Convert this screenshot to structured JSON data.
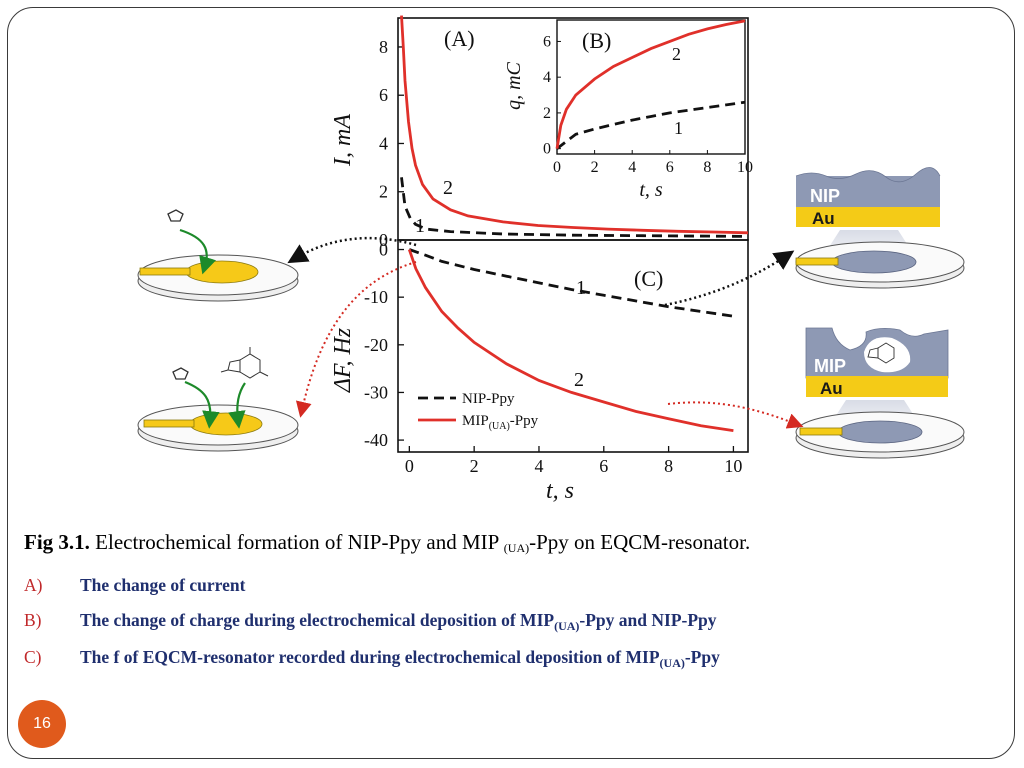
{
  "caption": {
    "fig_label": "Fig 3.1.",
    "text_before": " Electrochemical formation of NIP-Ppy and MIP ",
    "subscript": "(UA)",
    "text_after": "-Ppy on EQCM-resonator."
  },
  "items": [
    {
      "marker": "A)",
      "text": "The change of current",
      "subscript": "",
      "text_after": ""
    },
    {
      "marker": "B)",
      "text": "The  change of charge during electrochemical deposition  of MIP",
      "subscript": "(UA)",
      "text_after": "-Ppy and NIP-Ppy"
    },
    {
      "marker": "C)",
      "text": "The f of EQCM-resonator recorded  during electrochemical deposition of MIP",
      "subscript": "(UA)",
      "text_after": "-Ppy"
    }
  ],
  "page_number": "16",
  "colors": {
    "mip": "#e0302a",
    "nip": "#111111",
    "gold": "#f4cb17",
    "polymer": "#8e99b4",
    "accent": "#e05a1c",
    "item_text": "#1f2f6e",
    "marker": "#c0282a"
  },
  "schematic_labels": {
    "nip_layer": "NIP",
    "mip_layer": "MIP",
    "gold_layer": "Au"
  },
  "chart_data": [
    {
      "panel": "(A)",
      "type": "line",
      "xlabel": "",
      "ylabel": "I, mA",
      "xlim": [
        0,
        10
      ],
      "ylim": [
        0,
        9
      ],
      "yticks": [
        0,
        2,
        4,
        6,
        8
      ],
      "series": [
        {
          "name": "1",
          "style": "dashed",
          "color": "#111111",
          "x": [
            0.1,
            0.2,
            0.35,
            0.5,
            0.8,
            1.5,
            3,
            5,
            7,
            10
          ],
          "y": [
            2.6,
            1.4,
            0.9,
            0.65,
            0.45,
            0.35,
            0.25,
            0.2,
            0.18,
            0.15
          ]
        },
        {
          "name": "2",
          "style": "solid",
          "color": "#e0302a",
          "x": [
            0.1,
            0.15,
            0.2,
            0.3,
            0.4,
            0.5,
            0.7,
            1.0,
            1.5,
            2,
            3,
            4,
            5,
            6,
            7,
            8,
            9,
            10
          ],
          "y": [
            9.3,
            8.0,
            6.6,
            4.9,
            3.8,
            3.1,
            2.3,
            1.7,
            1.25,
            1.0,
            0.75,
            0.6,
            0.52,
            0.45,
            0.4,
            0.36,
            0.33,
            0.3
          ]
        }
      ]
    },
    {
      "panel": "(B)",
      "type": "line",
      "xlabel": "t, s",
      "ylabel": "q, mC",
      "xlim": [
        0,
        10
      ],
      "ylim": [
        0,
        7
      ],
      "xticks": [
        0,
        2,
        4,
        6,
        8,
        10
      ],
      "yticks": [
        0,
        2,
        4,
        6
      ],
      "series": [
        {
          "name": "1",
          "style": "dashed",
          "color": "#111111",
          "x": [
            0,
            1,
            2,
            3,
            4,
            5,
            6,
            7,
            8,
            9,
            10
          ],
          "y": [
            0,
            0.8,
            1.1,
            1.35,
            1.6,
            1.8,
            2.0,
            2.15,
            2.3,
            2.45,
            2.6
          ]
        },
        {
          "name": "2",
          "style": "solid",
          "color": "#e0302a",
          "x": [
            0,
            0.2,
            0.5,
            1,
            2,
            3,
            4,
            5,
            6,
            7,
            8,
            9,
            10
          ],
          "y": [
            0,
            1.3,
            2.2,
            3.0,
            3.9,
            4.6,
            5.1,
            5.6,
            6.0,
            6.4,
            6.7,
            6.95,
            7.15
          ]
        }
      ]
    },
    {
      "panel": "(C)",
      "type": "line",
      "xlabel": "t, s",
      "ylabel": "ΔF, Hz",
      "xlim": [
        0,
        10
      ],
      "ylim": [
        -42,
        2
      ],
      "xticks": [
        0,
        2,
        4,
        6,
        8,
        10
      ],
      "yticks": [
        0,
        -10,
        -20,
        -30,
        -40
      ],
      "legend": {
        "placement": "bottom-left",
        "entries": [
          "NIP-Ppy",
          "MIP(UA)-Ppy"
        ]
      },
      "series": [
        {
          "name": "NIP-Ppy",
          "label": "1",
          "style": "dashed",
          "color": "#111111",
          "x": [
            0,
            0.5,
            1,
            2,
            3,
            4,
            5,
            6,
            7,
            8,
            9,
            10
          ],
          "y": [
            0,
            -1.2,
            -2.5,
            -4.2,
            -5.6,
            -7.0,
            -8.4,
            -9.6,
            -10.8,
            -12.0,
            -13.0,
            -14.0
          ]
        },
        {
          "name": "MIP(UA)-Ppy",
          "label": "2",
          "style": "solid",
          "color": "#e0302a",
          "x": [
            0,
            0.2,
            0.5,
            1,
            1.5,
            2,
            3,
            4,
            5,
            6,
            7,
            8,
            9,
            10
          ],
          "y": [
            0,
            -4,
            -8,
            -13,
            -16.5,
            -19.5,
            -24,
            -27.5,
            -30,
            -32,
            -34,
            -35.5,
            -37,
            -38
          ]
        }
      ]
    }
  ]
}
